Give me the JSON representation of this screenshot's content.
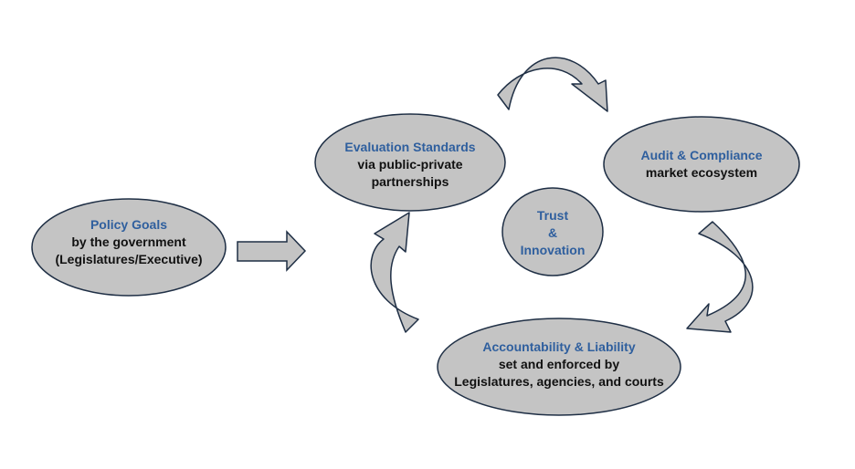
{
  "colors": {
    "node_fill": "#c4c4c4",
    "node_stroke": "#1f2f45",
    "title_text": "#2f5f9e",
    "body_text": "#111111"
  },
  "nodes": {
    "policy_goals": {
      "title": "Policy Goals",
      "lines": [
        "by the government",
        "(Legislatures/Executive)"
      ]
    },
    "evaluation_standards": {
      "title": "Evaluation Standards",
      "lines": [
        "via public-private",
        "partnerships"
      ]
    },
    "audit_compliance": {
      "title": "Audit & Compliance",
      "lines": [
        "market ecosystem"
      ]
    },
    "accountability_liability": {
      "title": "Accountability & Liability",
      "lines": [
        "set and enforced by",
        "Legislatures, agencies, and courts"
      ]
    },
    "trust_innovation": {
      "lines": [
        "Trust",
        "&",
        "Innovation"
      ]
    }
  }
}
